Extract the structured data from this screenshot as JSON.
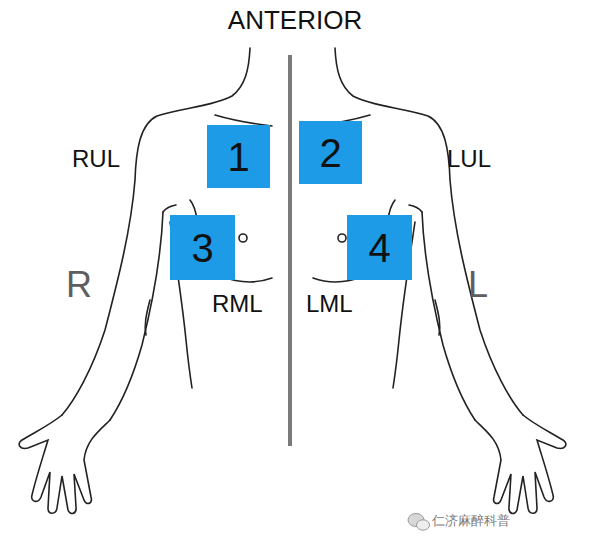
{
  "diagram": {
    "title": "ANTERIOR",
    "nodes": [
      {
        "text": [
          "1"
        ]
      },
      {
        "text": [
          "2"
        ]
      },
      {
        "text": [
          "3"
        ]
      },
      {
        "text": [
          "4"
        ]
      }
    ],
    "labels": [
      "RUL",
      "LUL",
      "R",
      "L",
      "RML",
      "LML",
      "仁济麻醉科普"
    ]
  }
}
